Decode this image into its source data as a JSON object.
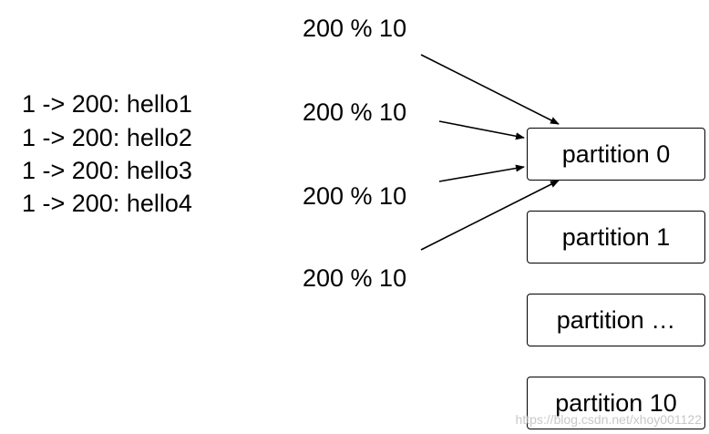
{
  "messages": [
    "1 -> 200: hello1",
    "1 -> 200: hello2",
    "1 -> 200: hello3",
    "1 -> 200: hello4"
  ],
  "hash_labels": [
    "200 % 10",
    "200 % 10",
    "200 % 10",
    "200 % 10"
  ],
  "partitions": [
    "partition 0",
    "partition 1",
    "partition …",
    "partition 10"
  ],
  "watermark": "https://blog.csdn.net/xhoy001122",
  "colors": {
    "line": "#000000",
    "background": "#ffffff",
    "watermark": "#c8c8c8"
  }
}
